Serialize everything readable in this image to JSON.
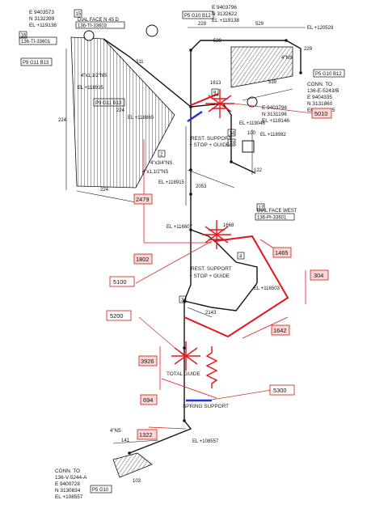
{
  "coords": {
    "top_left": [
      "E 9403573",
      "N 3132399",
      "EL +119138"
    ],
    "top_center": [
      "E 9403796",
      "N 3132622",
      "EL +119138"
    ],
    "mid_right": [
      "E 9403796",
      "N 3131196",
      "EL +119146"
    ],
    "right_conn": [
      "CONN. TO",
      "136-E-5243/B",
      "E 9404335",
      "N 3131860",
      "EL +120295"
    ],
    "bottom_conn": [
      "CONN. TO",
      "136-V-5244-A",
      "E 9400728",
      "N 3130834",
      "EL +108557"
    ]
  },
  "tags": {
    "dial_face_45": [
      "DIAL FACE N 45 D",
      "136-TI-33603"
    ],
    "ti_33601": "136-TI-33601",
    "dial_face_west": [
      "DIAL FACE WEST",
      "136-PI-33601"
    ],
    "p5_g10_b12_top": "P5 G10 B12",
    "p5_g10_b12_right": "P5 G10 B12",
    "p9_g11_b13_left": "P9 G11 B13",
    "p9_g11_b13_mid": "P9 G11 B13",
    "p5_g10_bottom": "P5 G10"
  },
  "balloons": {
    "b15": "15",
    "b16": "16",
    "b14": "14",
    "b13": "13",
    "b17": "17",
    "b9": "9",
    "b4": "4",
    "b2": "2",
    "b3": "3"
  },
  "elevations": {
    "el_120528": "EL +120528",
    "el_118915a": "EL +118915",
    "el_118860": "EL +118860",
    "el_119046": "EL +119046",
    "el_118982": "EL +118982",
    "el_118915b": "EL +118915",
    "el_116807": "EL +116807",
    "el_116503": "EL +116503",
    "el_108557": "EL +108557"
  },
  "sizes": {
    "s1": "4\"x1,1/2\"NS",
    "s2": "4\"NS",
    "s3": "4\"x3/4\"NS",
    "s4": "4\"x1,1/2\"NS",
    "s5": "4\"NS"
  },
  "dims": {
    "d229a": "229",
    "d529": "529",
    "d229b": "229",
    "d539a": "539",
    "d539b": "539",
    "d311": "311",
    "d224a": "224",
    "d224b": "224",
    "d224c": "224",
    "d1613": "1613",
    "d100": "100",
    "d122": "122",
    "d2053": "2053",
    "d1668": "1668",
    "d2143": "2143",
    "d141": "141",
    "d103": "103"
  },
  "notes": {
    "rest_support_1": [
      "REST. SUPPORT",
      "+ STOP + GUIDE"
    ],
    "rest_support_2": [
      "REST. SUPPORT",
      "+ STOP + GUIDE"
    ],
    "total_guide": "TOTAL GUIDE",
    "spring_support": "SPRING SUPPORT"
  },
  "callouts": {
    "c5010": "5010",
    "c2479": "2479",
    "c1802": "1802",
    "c1465": "1465",
    "c304": "304",
    "c1642": "1642",
    "c5100": "5100",
    "c5200": "5200",
    "c3926": "3926",
    "c694": "694",
    "c5300": "5300",
    "c1322": "1322"
  },
  "colors": {
    "ink": "#111111",
    "markup": "#e8141b",
    "spring": "#1f2fd6",
    "callout_fill": "#fbd7d7",
    "callout_edge": "#c83a2a"
  }
}
